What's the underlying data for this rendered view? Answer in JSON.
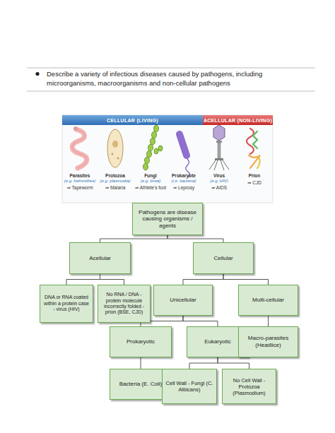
{
  "diagram": {
    "nodes": [
      {
        "text": [
          "CELLULAR (LIVING)"
        ]
      },
      {
        "text": [
          "ACELLULAR (NON-LIVING)"
        ]
      },
      {
        "text": [
          "Pathogens are disease causing organisms / agents"
        ]
      },
      {
        "text": [
          "Acellular"
        ]
      },
      {
        "text": [
          "Cellular"
        ]
      },
      {
        "text": [
          "DNA or RNA coated within a protein case - virus (HIV)"
        ]
      },
      {
        "text": [
          "No RNA / DNA - protein molecule incorrectly folded - prion (BSE, CJD)"
        ]
      },
      {
        "text": [
          "Unicellular"
        ]
      },
      {
        "text": [
          "Multi-cellular"
        ]
      },
      {
        "text": [
          "Prokaryotic"
        ]
      },
      {
        "text": [
          "Eukaryotic"
        ]
      },
      {
        "text": [
          "Macro-parasites (Headlice)"
        ]
      },
      {
        "text": [
          "Bacteria (E. Coli)"
        ]
      },
      {
        "text": [
          "Cell Wall - Fungi (C. Albicans)"
        ]
      },
      {
        "text": [
          "No Cell Wall - Protozoa (Plasmodium)"
        ]
      }
    ],
    "edges": [
      {
        "from": 2,
        "to": 3,
        "arrow": "none"
      },
      {
        "from": 2,
        "to": 4,
        "arrow": "none"
      },
      {
        "from": 3,
        "to": 5,
        "arrow": "none"
      },
      {
        "from": 3,
        "to": 6,
        "arrow": "none"
      },
      {
        "from": 4,
        "to": 7,
        "arrow": "none"
      },
      {
        "from": 4,
        "to": 8,
        "arrow": "none"
      },
      {
        "from": 7,
        "to": 9,
        "arrow": "none"
      },
      {
        "from": 7,
        "to": 10,
        "arrow": "none"
      },
      {
        "from": 8,
        "to": 11,
        "arrow": "none"
      },
      {
        "from": 9,
        "to": 12,
        "arrow": "none"
      },
      {
        "from": 10,
        "to": 13,
        "arrow": "none"
      },
      {
        "from": 10,
        "to": 14,
        "arrow": "none"
      }
    ],
    "labels": [
      "Describe a variety of infectious diseases caused by pathogens, including microorganisms, macroorganisms and non-cellular pathogens",
      "Parasites",
      "(e.g. helminthes)",
      "⇒ Tapeworm",
      "Protozoa",
      "(e.g. plasmodia)",
      "⇒ Malaria",
      "Fungi",
      "(e.g. tinea)",
      "⇒ Athlete's foot",
      "Prokaryote",
      "(i.e. bacteria)",
      "⇒ Leprosy",
      "Virus",
      "(e.g. HIV)",
      "⇒ AIDS",
      "Prion",
      "⇒ CJD"
    ]
  }
}
